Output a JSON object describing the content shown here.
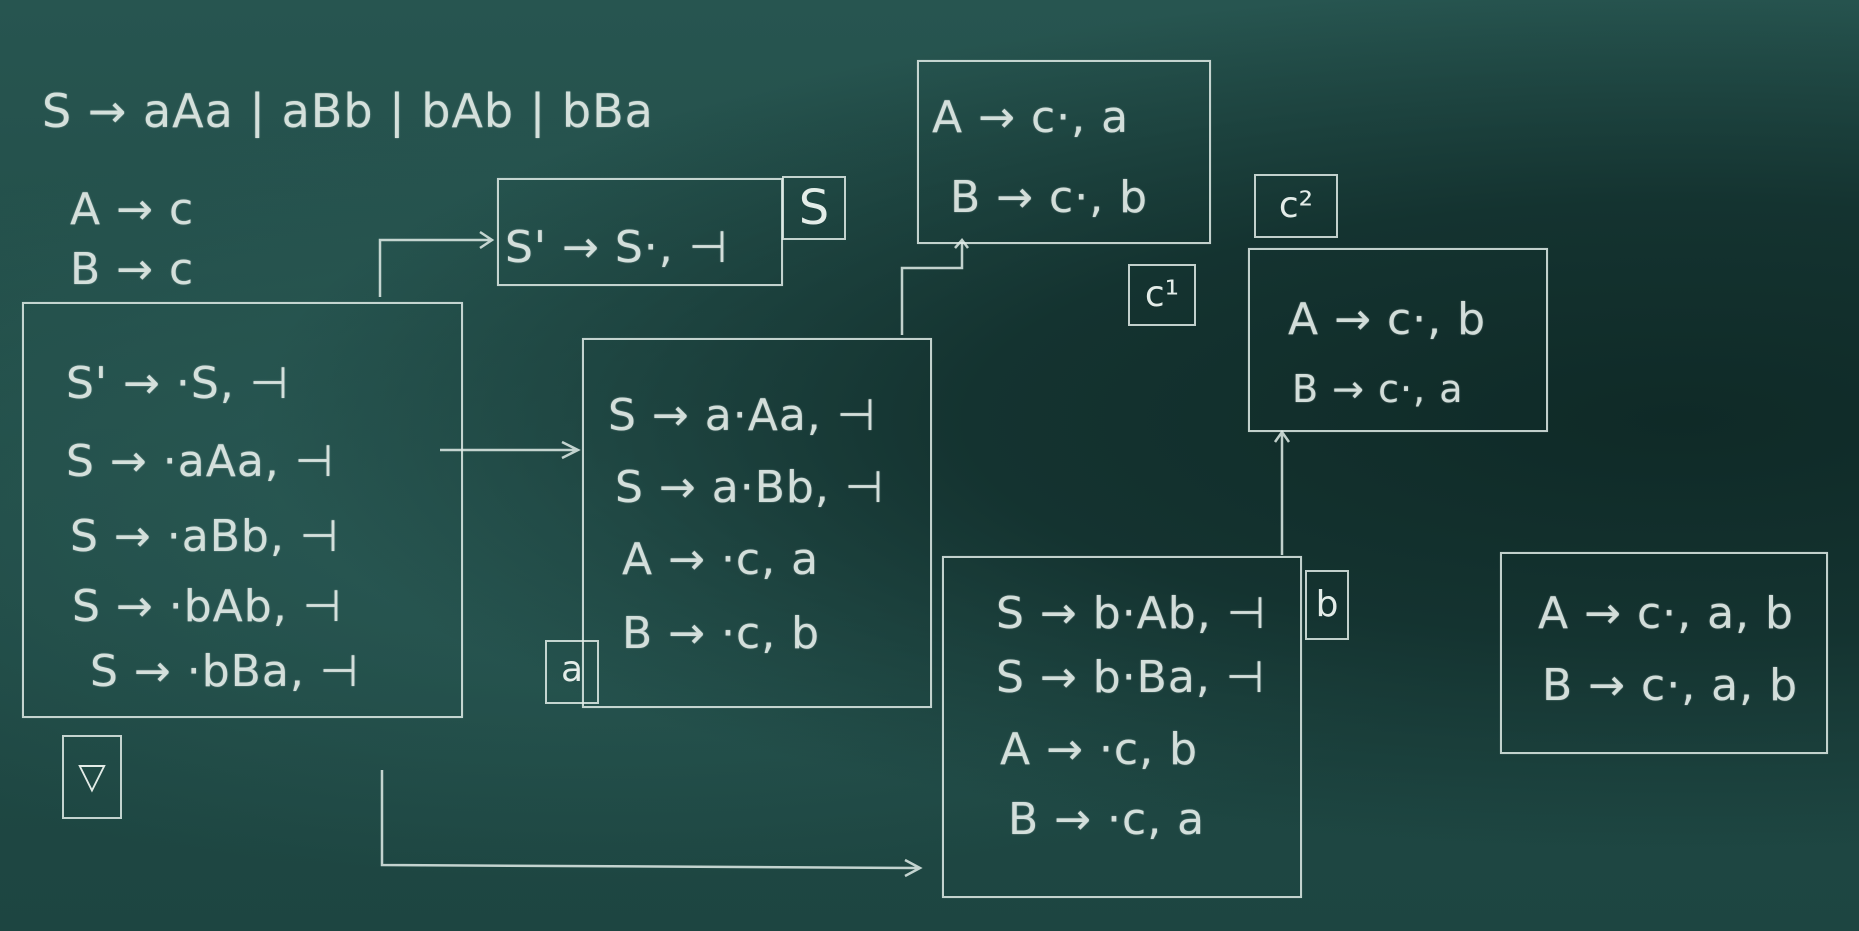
{
  "grammar": {
    "rule_s": "S → aAa | aBb | bAb | bBa",
    "rule_a": "A → c",
    "rule_b": "B → c"
  },
  "states": {
    "accept": {
      "tag": "S",
      "items": [
        "S' → S·, ⊣"
      ]
    },
    "start": {
      "tag": "▽",
      "items": [
        "S' → ·S, ⊣",
        "S → ·aAa, ⊣",
        "S → ·aBb, ⊣",
        "S → ·bAb, ⊣",
        "S → ·bBa, ⊣"
      ]
    },
    "after_a": {
      "tag": "a",
      "items": [
        "S → a·Aa, ⊣",
        "S → a·Bb, ⊣",
        "A → ·c, a",
        "B → ·c, b"
      ]
    },
    "after_b": {
      "tag": "b",
      "items": [
        "S → b·Ab, ⊣",
        "S → b·Ba, ⊣",
        "A → ·c, b",
        "B → ·c, a"
      ]
    },
    "c1": {
      "tag": "c¹",
      "items": [
        "A → c·, a",
        "B → c·, b"
      ]
    },
    "c2": {
      "tag": "c²",
      "items": [
        "A → c·, b",
        "B → c·, a"
      ]
    },
    "merged": {
      "items": [
        "A → c·, a, b",
        "B → c·, a, b"
      ]
    }
  }
}
